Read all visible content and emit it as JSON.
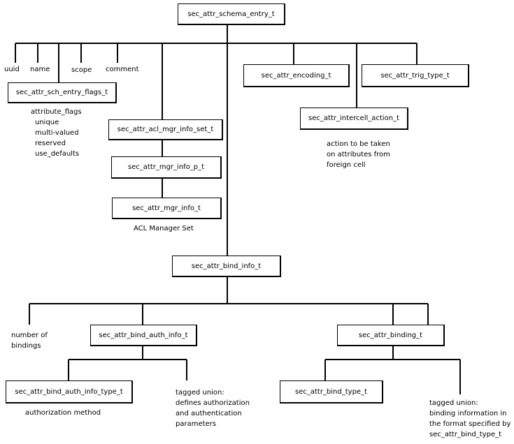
{
  "boxes": {
    "schema_entry": "sec_attr_schema_entry_t",
    "sch_entry_flags": "sec_attr_sch_entry_flags_t",
    "acl_mgr_info_set": "sec_attr_acl_mgr_info_set_t",
    "mgr_info_p": "sec_attr_mgr_info_p_t",
    "mgr_info": "sec_attr_mgr_info_t",
    "encoding": "sec_attr_encoding_t",
    "trig_type": "sec_attr_trig_type_t",
    "intercell_action": "sec_attr_intercell_action_t",
    "bind_info": "sec_attr_bind_info_t",
    "bind_auth_info": "sec_attr_bind_auth_info_t",
    "binding": "sec_attr_binding_t",
    "bind_auth_info_type": "sec_attr_bind_auth_info_type_t",
    "bind_type": "sec_attr_bind_type_t"
  },
  "labels": {
    "uuid": "uuid",
    "name": "name",
    "scope": "scope",
    "comment": "comment",
    "attribute_flags": "attribute_flags",
    "flag_values": [
      "unique",
      "multi-valued",
      "reserved",
      "use_defaults"
    ],
    "acl_manager_set": "ACL Manager Set",
    "intercell_note": [
      "action to be taken",
      "on attributes from",
      "foreign cell"
    ],
    "number_of_bindings": [
      "number of",
      "bindings"
    ],
    "authorization_method": "authorization method",
    "auth_union_note": [
      "tagged union:",
      "defines authorization",
      "and authentication",
      "parameters"
    ],
    "binding_union_note": [
      "tagged union:",
      "binding information in",
      "the format specified by",
      "sec_attr_bind_type_t"
    ]
  }
}
